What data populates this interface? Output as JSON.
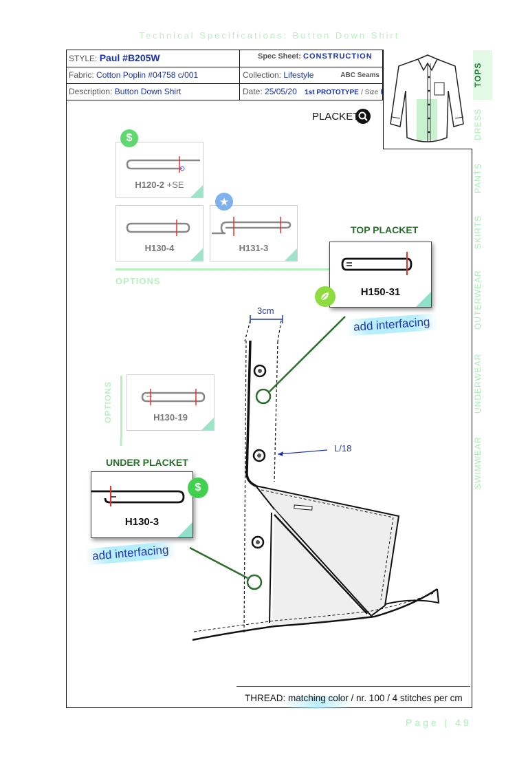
{
  "doc_title": "Technical Specifications: Button Down Shirt",
  "header": {
    "style_label": "STYLE:",
    "style_value": "Paul #B205W",
    "fabric_label": "Fabric:",
    "fabric_value": "Cotton Poplin #04758 c/001",
    "description_label": "Description:",
    "description_value": "Button Down Shirt",
    "spec_label": "Spec Sheet:",
    "spec_value": "CONSTRUCTION",
    "collection_label": "Collection:",
    "collection_value": "Lifestyle",
    "collection_note": "ABC Seams",
    "date_label": "Date:",
    "date_value": "25/05/20",
    "prototype": "1st PROTOTYPE",
    "size_label": "/ Size",
    "size_value": "M"
  },
  "tabs": [
    "TOPS",
    "DRESS",
    "PANTS",
    "SKIRTS",
    "OUTERWEAR",
    "UNDERWEAR",
    "SWIMWEAR"
  ],
  "placket_heading": "PLACKET",
  "options_label": "OPTIONS",
  "options_label_vertical": "OPTIONS",
  "option_cards": {
    "c1": "H120-2",
    "c1_suffix": "+SE",
    "c2": "H130-4",
    "c3": "H131-3",
    "c4": "H130-19"
  },
  "top_placket": {
    "title": "TOP PLACKET",
    "code": "H150-31",
    "note": "add interfacing"
  },
  "under_placket": {
    "title": "UNDER PLACKET",
    "code": "H130-3",
    "note": "add interfacing"
  },
  "measurements": {
    "width": "3cm",
    "seam": "L/18"
  },
  "thread_note": "THREAD: matching color / nr. 100 / 4 stitches per cm",
  "footer": {
    "page_label": "Page",
    "separator": "|",
    "page_number": "49"
  },
  "icons": {
    "cost": "dollar-icon",
    "favorite": "star-icon",
    "eco": "leaf-icon",
    "zoom": "magnifier-icon"
  },
  "colors": {
    "accent_green": "#2a6d2a",
    "light_green": "#a9ecb4",
    "blue_text": "#1a33a8",
    "marker_red": "#e8312a"
  }
}
